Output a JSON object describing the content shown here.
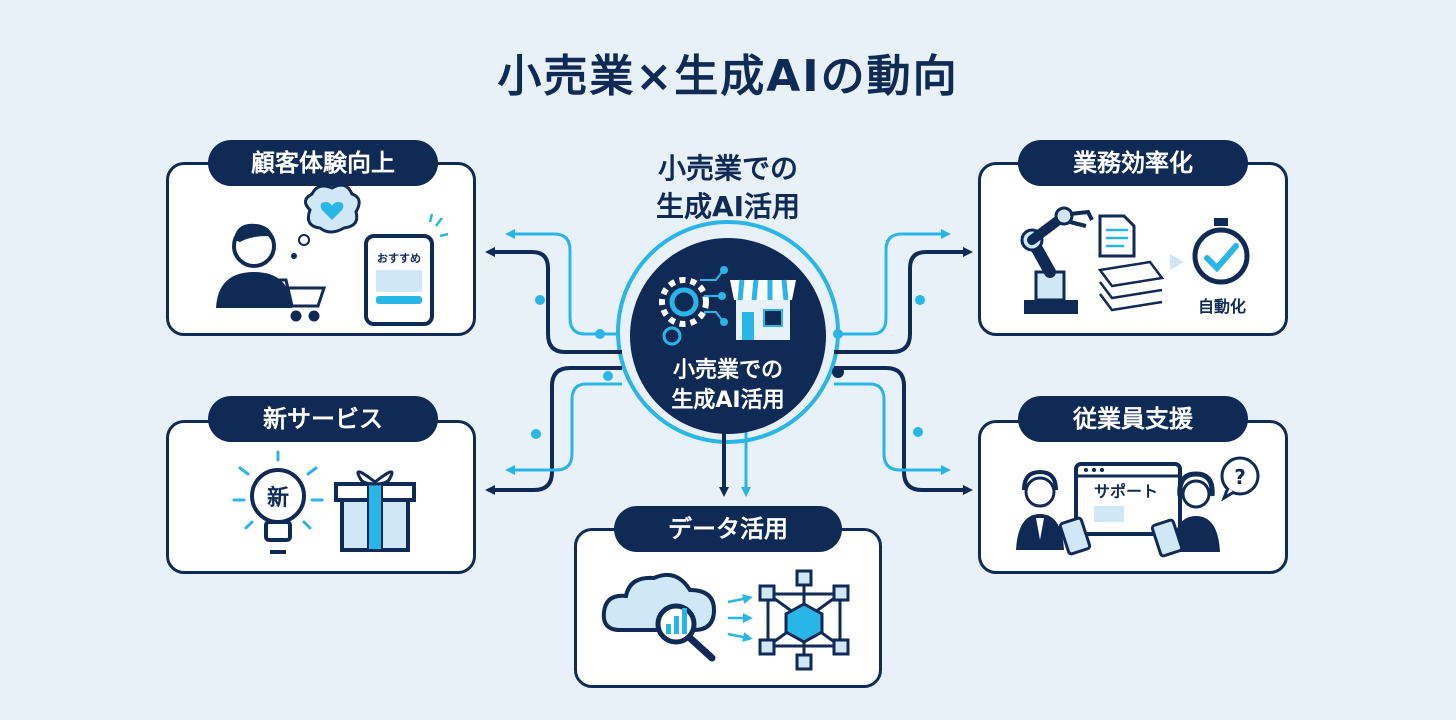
{
  "title": "小売業×生成AIの動向",
  "center": {
    "caption_line1": "小売業での",
    "caption_line2": "生成AI活用",
    "hub_line1": "小売業での",
    "hub_line2": "生成AI活用"
  },
  "cards": {
    "customer_experience": {
      "label": "顧客体験向上",
      "icon_text": "おすすめ"
    },
    "efficiency": {
      "label": "業務効率化",
      "icon_text": "自動化"
    },
    "new_services": {
      "label": "新サービス",
      "icon_text": "新"
    },
    "data_utilization": {
      "label": "データ活用"
    },
    "employee_support": {
      "label": "従業員支援",
      "icon_text": "サポート"
    }
  },
  "colors": {
    "navy": "#102a56",
    "accent": "#29b6e6",
    "light_blue": "#cfe7f6",
    "background": "#e9f1f8"
  }
}
